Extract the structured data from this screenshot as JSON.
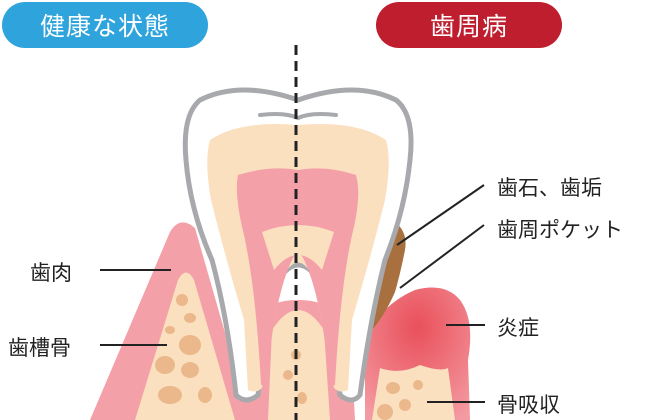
{
  "headers": {
    "healthy": "健康な状態",
    "disease": "歯周病"
  },
  "labels": {
    "gum": "歯肉",
    "alveolar_bone": "歯槽骨",
    "calculus_plaque": "歯石、歯垢",
    "periodontal_pocket": "歯周ポケット",
    "inflammation": "炎症",
    "bone_resorption": "骨吸収"
  },
  "colors": {
    "healthy_header": "#2ea3dc",
    "disease_header": "#bf1e2e",
    "gum": "#f4a0a8",
    "bone": "#fbe0c0",
    "bone_spots": "#eab88a",
    "tooth_outline": "#a7a9ac",
    "pulp": "#f4a0a8",
    "dentin": "#fbe0c0",
    "calculus": "#a8703f",
    "inflamed_gum": "#e9505a"
  }
}
